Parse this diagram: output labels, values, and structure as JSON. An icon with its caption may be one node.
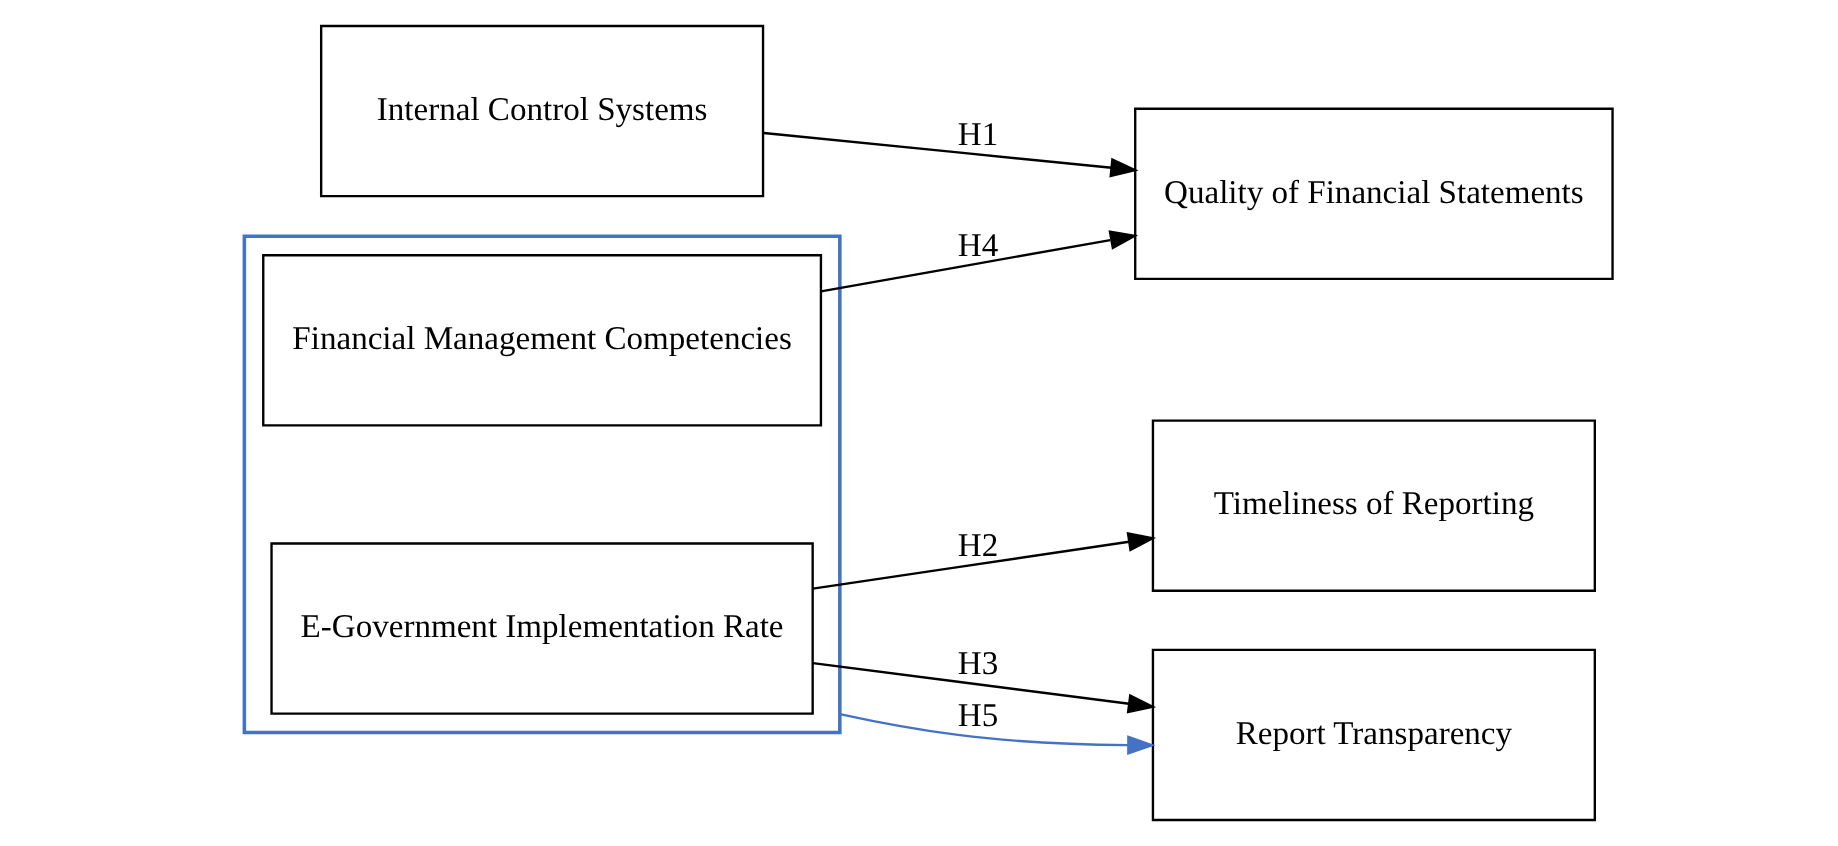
{
  "diagram": {
    "nodes": [
      {
        "text": [
          "Internal Control Systems"
        ]
      },
      {
        "text": [],
        "shape": "box"
      },
      {
        "text": [
          "E-Government Implementation Rate"
        ],
        "in": 1
      },
      {
        "text": [
          "Financial Management Competencies"
        ],
        "in": 1
      },
      {
        "text": [
          "Quality of Financial Statements"
        ]
      },
      {
        "text": [
          "Timeliness of Reporting"
        ]
      },
      {
        "text": [
          "Report Transparency"
        ]
      }
    ],
    "edges": [
      {
        "from": 0,
        "to": 4,
        "arrow": "to",
        "label": "H1"
      },
      {
        "from": 3,
        "to": 4,
        "arrow": "to",
        "label": "H4"
      },
      {
        "from": 2,
        "to": 5,
        "arrow": "to",
        "label": "H2"
      },
      {
        "from": 2,
        "to": 6,
        "arrow": "to",
        "label": "H3"
      },
      {
        "from": 1,
        "to": 6,
        "arrow": "to",
        "label": "H5",
        "color": "#4472c4"
      }
    ]
  }
}
